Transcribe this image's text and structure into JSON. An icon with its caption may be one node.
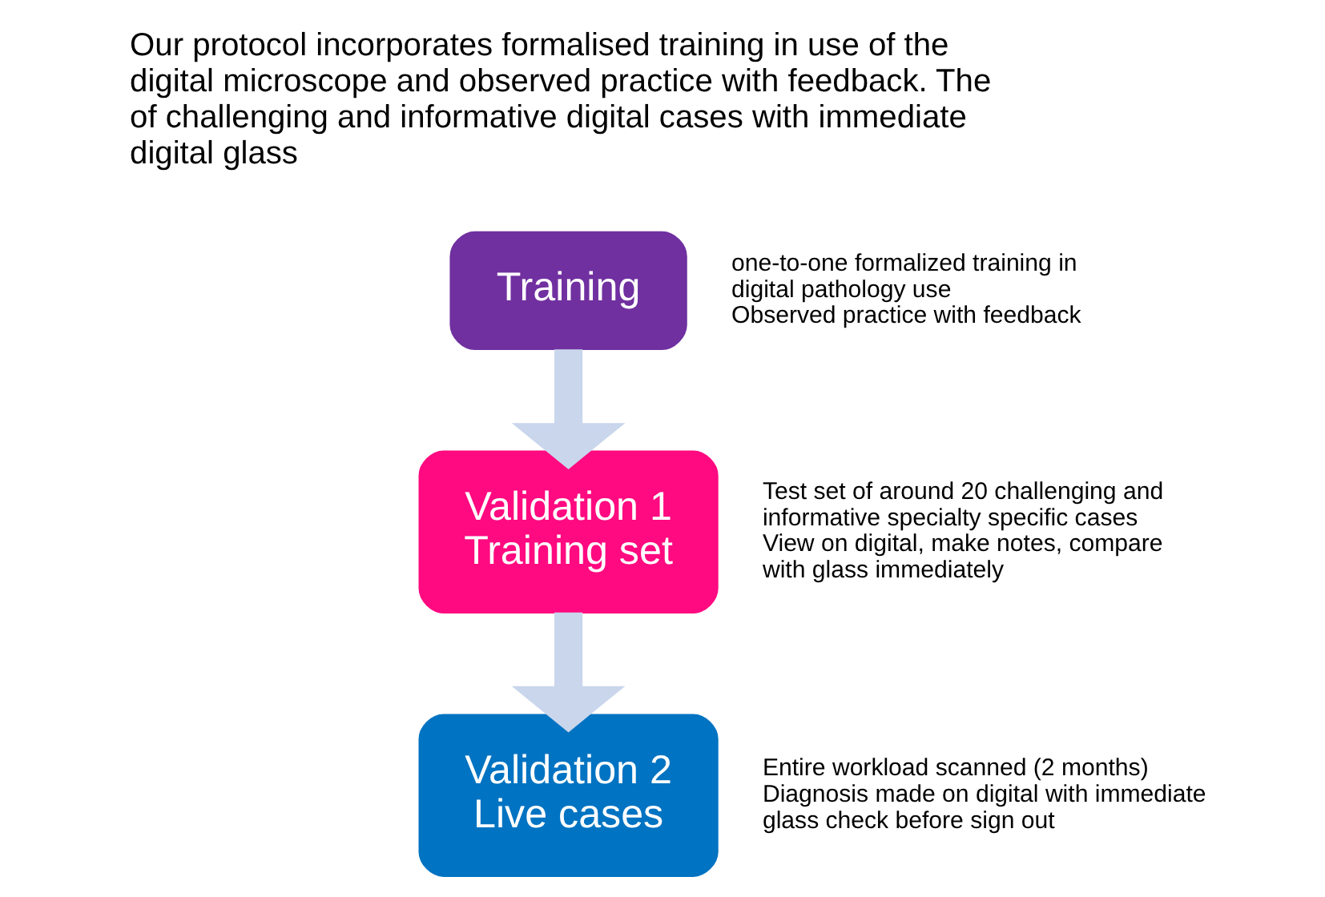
{
  "diagram": {
    "nodes": [
      {
        "text": [
          "Training"
        ],
        "beside": [
          "one-to-one formalized training in digital pathology use",
          "Observed practice with feedback"
        ]
      },
      {
        "text": [
          "Validation 1",
          "Training set"
        ],
        "beside": [
          "Test set of around 20 challenging and informative specialty specific cases",
          "View on digital, make notes, compare with glass immediately"
        ]
      },
      {
        "text": [
          "Validation 2",
          "Live cases"
        ],
        "beside": [
          "Entire workload scanned (2 months)",
          "Diagnosis made on digital with immediate glass check before sign out"
        ]
      }
    ],
    "edges": [
      {
        "from": 0,
        "to": 1,
        "arrow": "to"
      },
      {
        "from": 1,
        "to": 2,
        "arrow": "to"
      }
    ],
    "labels": [
      "Our protocol incorporates formalised training in use of the digital microscope and observed practice with feedback. The of challenging and informative digital cases with immediate digital glass"
    ]
  }
}
